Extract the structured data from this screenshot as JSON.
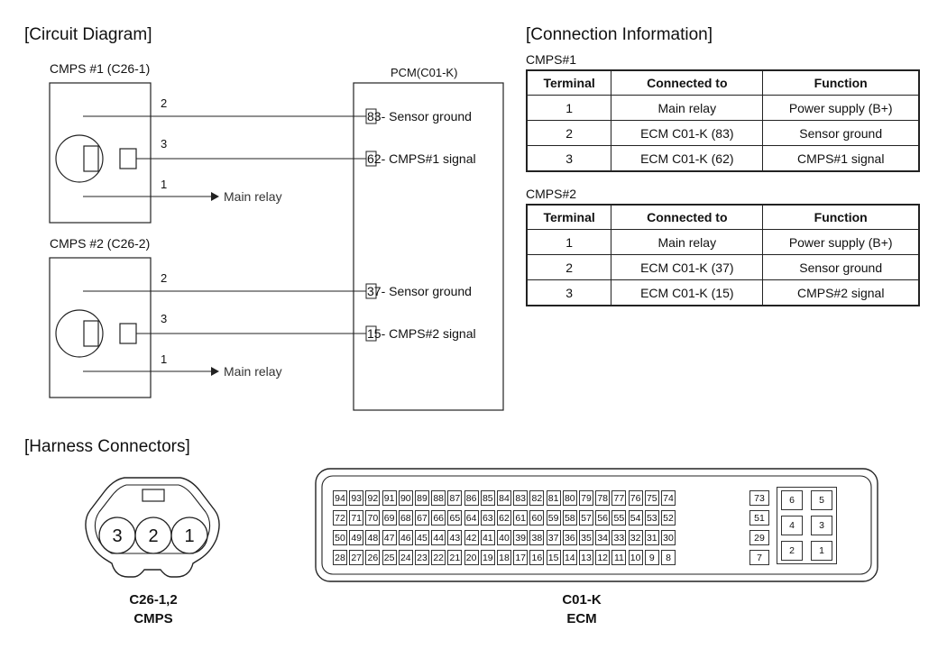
{
  "headings": {
    "circuit": "[Circuit Diagram]",
    "connection": "[Connection Information]",
    "harness": "[Harness Connectors]"
  },
  "circuit": {
    "cmps1_title": "CMPS #1 (C26-1)",
    "cmps2_title": "CMPS #2 (C26-2)",
    "pcm_title": "PCM(C01-K)",
    "pin_numbers": [
      "2",
      "3",
      "1"
    ],
    "main_relay": "Main relay",
    "pcm_pins": [
      {
        "num": "83",
        "text": "- Sensor ground"
      },
      {
        "num": "62",
        "text": "- CMPS#1 signal"
      },
      {
        "num": "37",
        "text": "- Sensor ground"
      },
      {
        "num": "15",
        "text": "- CMPS#2 signal"
      }
    ]
  },
  "connection": {
    "headers": [
      "Terminal",
      "Connected to",
      "Function"
    ],
    "tables": [
      {
        "title": "CMPS#1",
        "rows": [
          [
            "1",
            "Main relay",
            "Power supply (B+)"
          ],
          [
            "2",
            "ECM C01-K (83)",
            "Sensor ground"
          ],
          [
            "3",
            "ECM C01-K (62)",
            "CMPS#1 signal"
          ]
        ]
      },
      {
        "title": "CMPS#2",
        "rows": [
          [
            "1",
            "Main relay",
            "Power supply (B+)"
          ],
          [
            "2",
            "ECM C01-K (37)",
            "Sensor ground"
          ],
          [
            "3",
            "ECM C01-K (15)",
            "CMPS#2 signal"
          ]
        ]
      }
    ]
  },
  "harness": {
    "cmps_pins": [
      "3",
      "2",
      "1"
    ],
    "cmps_label_1": "C26-1,2",
    "cmps_label_2": "CMPS",
    "ecm_label_1": "C01-K",
    "ecm_label_2": "ECM",
    "ecm_rows": [
      [
        "94",
        "93",
        "92",
        "91",
        "90",
        "89",
        "88",
        "87",
        "86",
        "85",
        "84",
        "83",
        "82",
        "81",
        "80",
        "79",
        "78",
        "77",
        "76",
        "75",
        "74"
      ],
      [
        "72",
        "71",
        "70",
        "69",
        "68",
        "67",
        "66",
        "65",
        "64",
        "63",
        "62",
        "61",
        "60",
        "59",
        "58",
        "57",
        "56",
        "55",
        "54",
        "53",
        "52"
      ],
      [
        "50",
        "49",
        "48",
        "47",
        "46",
        "45",
        "44",
        "43",
        "42",
        "41",
        "40",
        "39",
        "38",
        "37",
        "36",
        "35",
        "34",
        "33",
        "32",
        "31",
        "30"
      ],
      [
        "28",
        "27",
        "26",
        "25",
        "24",
        "23",
        "22",
        "21",
        "20",
        "19",
        "18",
        "17",
        "16",
        "15",
        "14",
        "13",
        "12",
        "11",
        "10",
        "9",
        "8"
      ]
    ],
    "ecm_col_right": [
      "73",
      "51",
      "29",
      "7"
    ],
    "ecm_small_block": [
      [
        "6",
        "5"
      ],
      [
        "4",
        "3"
      ],
      [
        "2",
        "1"
      ]
    ]
  }
}
